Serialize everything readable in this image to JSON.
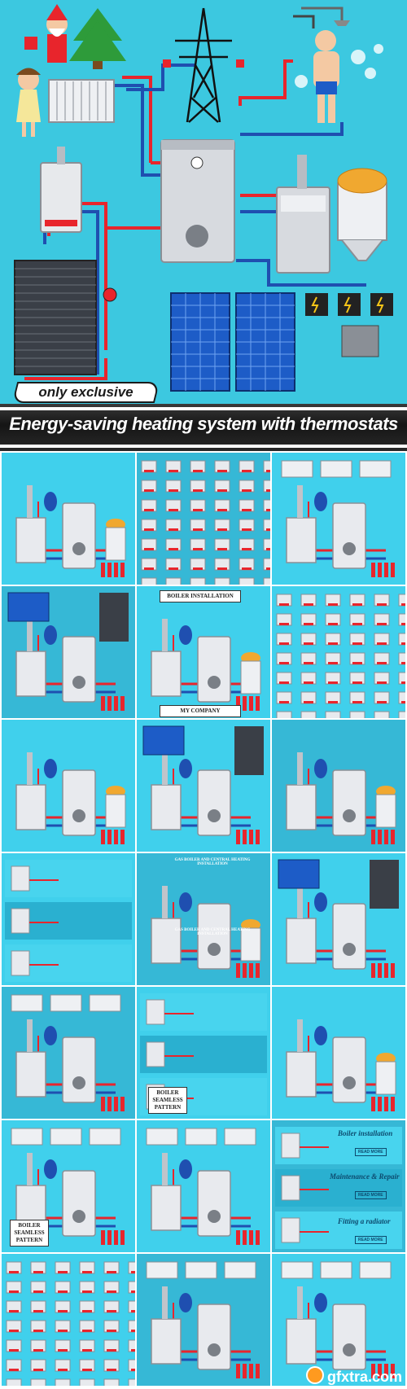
{
  "hero": {
    "badge_text": "only exclusive"
  },
  "banner": {
    "title": "Energy-saving heating system with thermostats"
  },
  "thumbnails": {
    "boiler_installation": "BOILER INSTALLATION",
    "my_company": "MY COMPANY",
    "gas_boiler_top": "GAS BOILER AND CENTRAL HEATING INSTALLATION",
    "gas_boiler_bottom": "GAS BOILER AND CENTRAL HEATING INSTALLATION",
    "seamless_pattern_1": "BOILER SEAMLESS PATTERN",
    "seamless_pattern_2": "BOILER SEAMLESS PATTERN",
    "service_1_title": "Boiler installation",
    "service_1_button": "READ MORE",
    "service_2_title": "Maintenance & Repair",
    "service_2_button": "READ MORE",
    "service_3_title": "Fitting a radiator",
    "service_3_button": "READ MORE"
  },
  "watermark": {
    "text": "gfxtra.com"
  },
  "colors": {
    "background_sky": "#3cc8e0",
    "pipe_red": "#e8252c",
    "pipe_blue": "#1f4fb0",
    "banner_dark": "#1b1b1b"
  }
}
